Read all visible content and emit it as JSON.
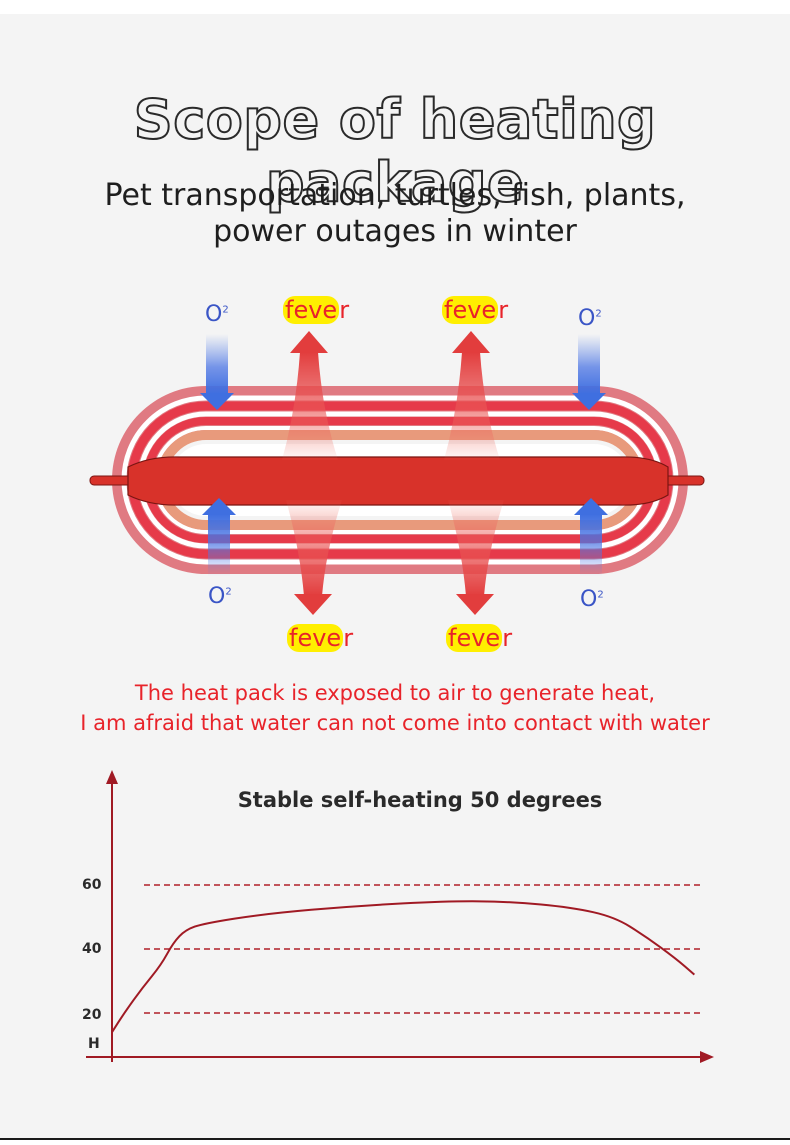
{
  "title": "Scope of heating package",
  "subtitle": {
    "line1": "Pet transportation, turtles, fish, plants,",
    "line2": "power outages in winter"
  },
  "diagram": {
    "o2_label": "O",
    "o2_sup": "2",
    "fever_highlight": "feve",
    "fever_tail": "r",
    "colors": {
      "outer_ring": "#e07a82",
      "ring_red": "#e63a4a",
      "ring_peach": "#e89a7c",
      "core": "#d8322a",
      "arrow_blue": "#3f6fe0",
      "arrow_red": "#e23d3d"
    }
  },
  "warning": {
    "line1": "The heat pack is exposed to air to generate heat,",
    "line2": "I am afraid that water can not come into contact with water"
  },
  "chart_data": {
    "type": "line",
    "title": "Stable self-heating 50 degrees",
    "ylabel": "H",
    "yticks": [
      "60",
      "40",
      "20"
    ],
    "reference_lines": [
      60,
      40,
      20
    ],
    "ylim": [
      15,
      65
    ],
    "series": [
      {
        "values": [
          [
            0,
            14
          ],
          [
            2,
            20
          ],
          [
            5,
            28
          ],
          [
            8,
            35
          ],
          [
            10,
            42
          ],
          [
            12,
            46
          ],
          [
            15,
            48
          ],
          [
            25,
            51
          ],
          [
            40,
            53.5
          ],
          [
            55,
            55
          ],
          [
            65,
            54.8
          ],
          [
            75,
            53
          ],
          [
            82,
            50
          ],
          [
            87,
            44
          ],
          [
            92,
            37
          ],
          [
            95,
            32
          ]
        ]
      }
    ],
    "xlim": [
      0,
      100
    ],
    "colors": {
      "curve": "#a01a24",
      "reference": "#b01e28",
      "axis": "#a01a24"
    }
  }
}
